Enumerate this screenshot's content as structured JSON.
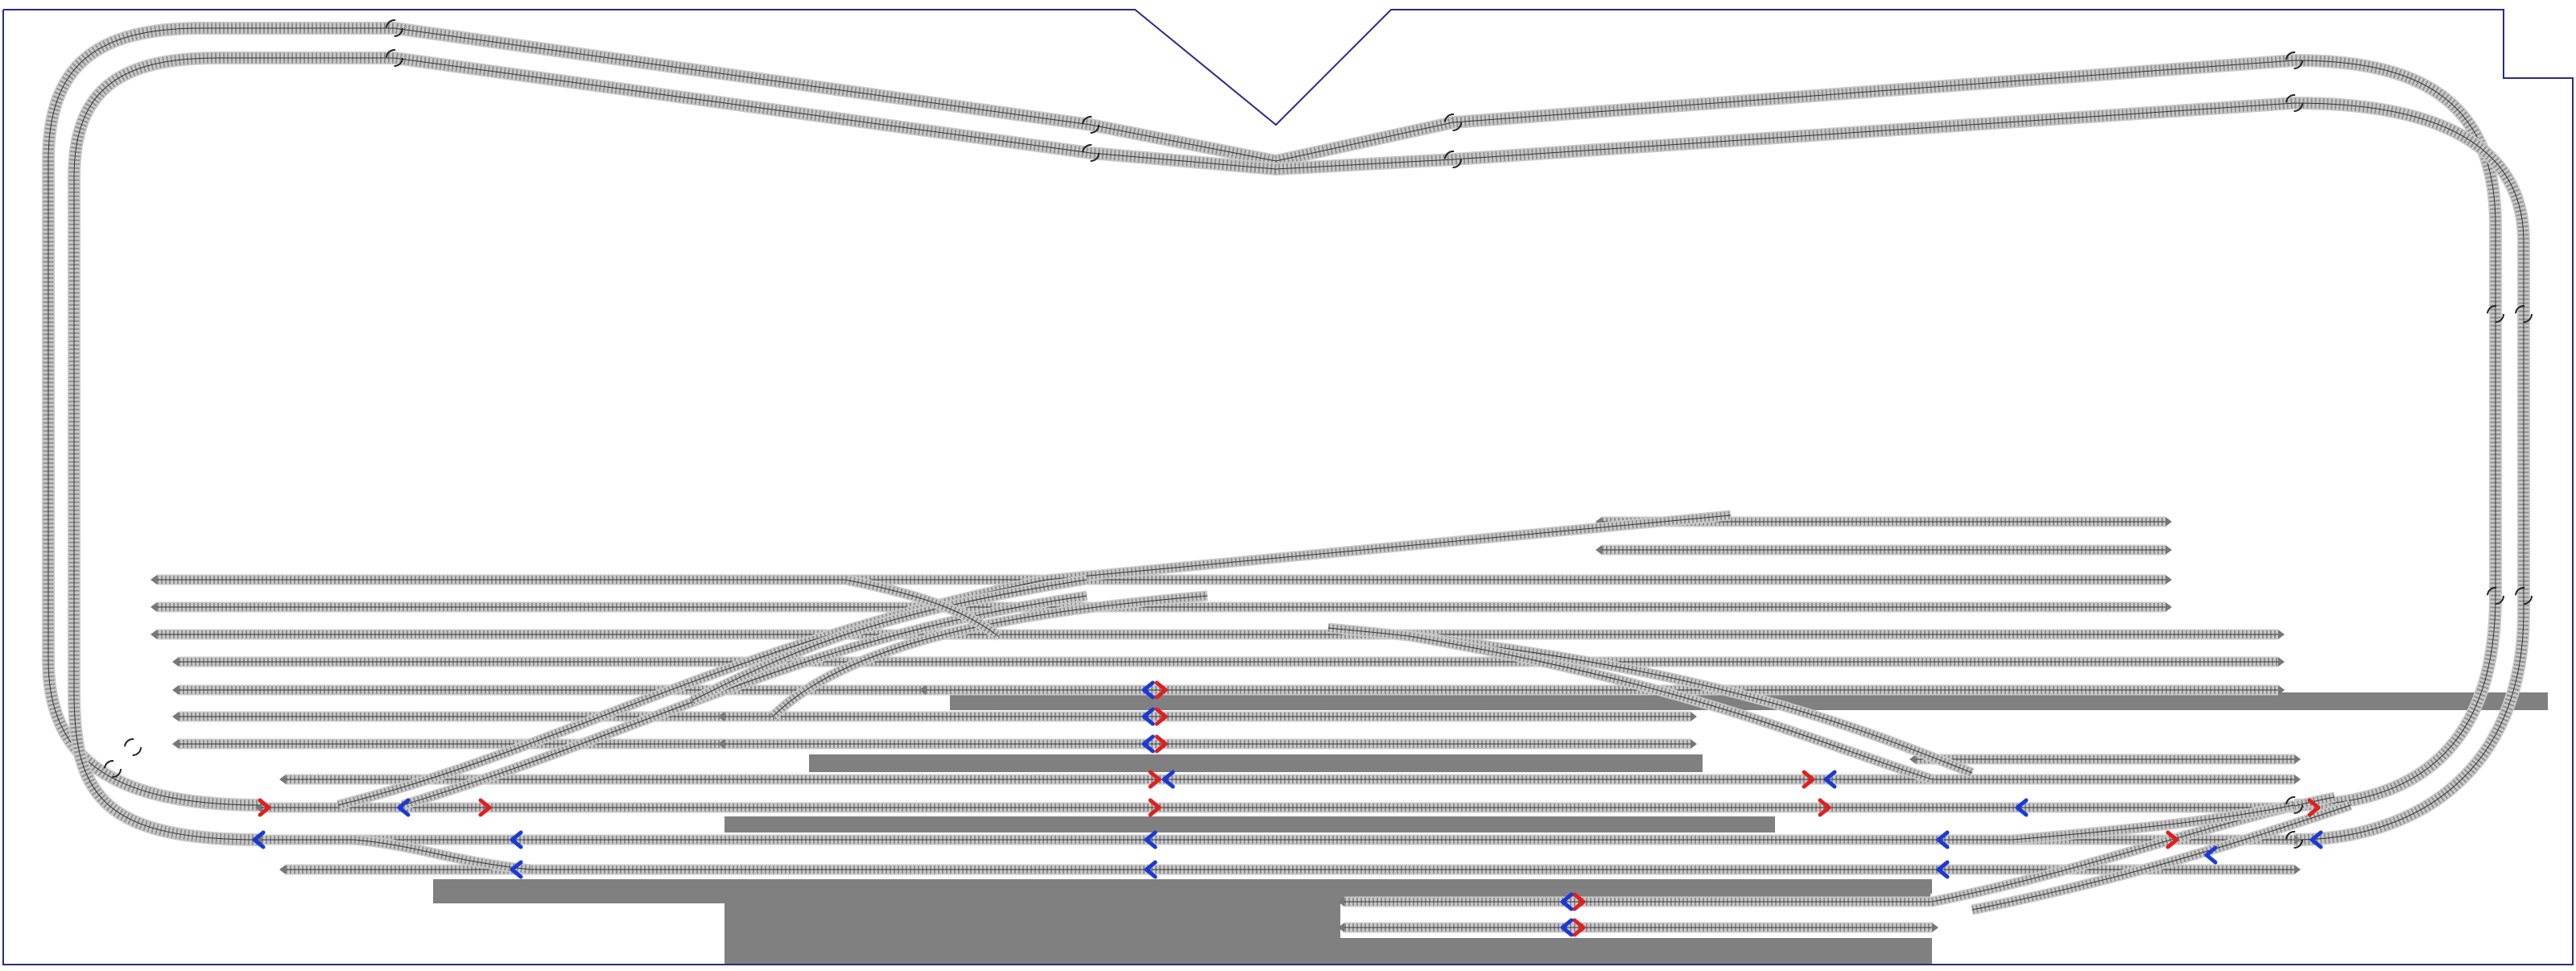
{
  "diagram": {
    "type": "model-railway-track-plan",
    "colors": {
      "background": "#ffffff",
      "room_outline": "#2a2a8c",
      "rail": "#333333",
      "sleeper": "#9a9a9a",
      "platform": "#808080",
      "signal_east": "#e02020",
      "signal_west": "#1a3ad6",
      "joint_marker": "#222222"
    },
    "elements": {
      "room_outline": "room-outline",
      "outer_loop": "outer-loop-track",
      "inner_loop": "inner-loop-track",
      "yard_tracks": "yard-track",
      "station_tracks": "station-track",
      "platforms": "platform",
      "crossovers": "crossover-track",
      "signals": "signal-arrow"
    }
  }
}
